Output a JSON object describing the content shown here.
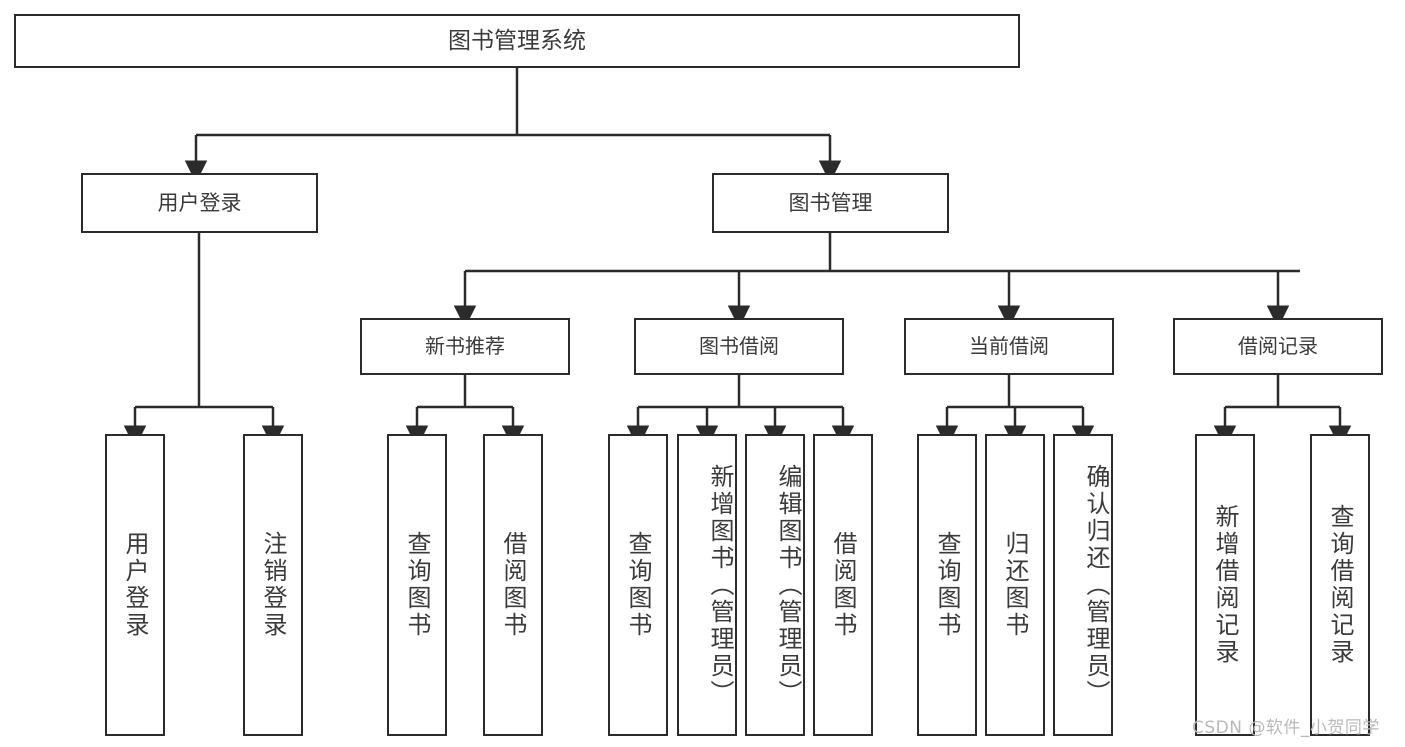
{
  "diagram": {
    "title": "图书管理系统",
    "type": "tree-hierarchy-chart",
    "colors": {
      "box_border": "#2b2b2b",
      "box_fill": "#ffffff",
      "connector": "#2b2b2b",
      "text": "#3b3b3b",
      "watermark": "#b9b9b9",
      "background": "#ffffff"
    },
    "root": {
      "label": "图书管理系统"
    },
    "level1": [
      {
        "label": "用户登录"
      },
      {
        "label": "图书管理"
      }
    ],
    "level2": [
      {
        "label": "新书推荐"
      },
      {
        "label": "图书借阅"
      },
      {
        "label": "当前借阅"
      },
      {
        "label": "借阅记录"
      }
    ],
    "leaves": {
      "user_login": [
        {
          "label": "用户登录"
        },
        {
          "label": "注销登录"
        }
      ],
      "new_book_recommend": [
        {
          "label": "查询图书"
        },
        {
          "label": "借阅图书"
        }
      ],
      "book_borrow": [
        {
          "label": "查询图书"
        },
        {
          "label": "新增图书（管理员）"
        },
        {
          "label": "编辑图书（管理员）"
        },
        {
          "label": "借阅图书"
        }
      ],
      "current_borrow": [
        {
          "label": "查询图书"
        },
        {
          "label": "归还图书"
        },
        {
          "label": "确认归还（管理员）"
        }
      ],
      "borrow_record": [
        {
          "label": "新增借阅记录"
        },
        {
          "label": "查询借阅记录"
        }
      ]
    },
    "watermark": "CSDN @软件_小贺同学"
  }
}
